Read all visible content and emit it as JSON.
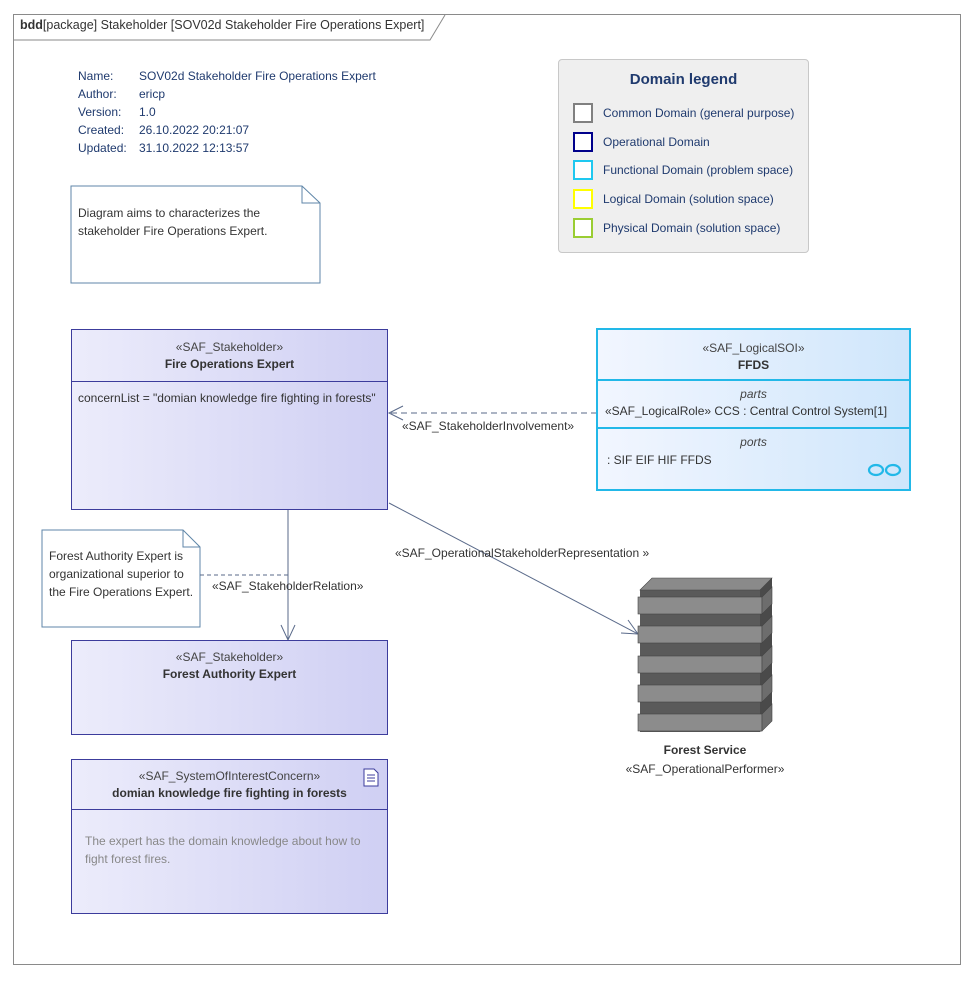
{
  "frame": {
    "kind": "bdd",
    "title": "[package] Stakeholder [SOV02d Stakeholder Fire Operations Expert]"
  },
  "meta": {
    "rows": [
      {
        "key": "Name:",
        "value": "SOV02d Stakeholder Fire Operations Expert"
      },
      {
        "key": "Author:",
        "value": "ericp"
      },
      {
        "key": "Version:",
        "value": "1.0"
      },
      {
        "key": "Created:",
        "value": "26.10.2022 20:21:07"
      },
      {
        "key": "Updated:",
        "value": "31.10.2022 12:13:57"
      }
    ]
  },
  "legend": {
    "title": "Domain legend",
    "items": [
      {
        "label": "Common Domain (general purpose)",
        "color": "#808080"
      },
      {
        "label": "Operational Domain",
        "color": "#00008b"
      },
      {
        "label": "Functional Domain (problem space)",
        "color": "#1ec8f0"
      },
      {
        "label": "Logical Domain (solution space)",
        "color": "#ffff00"
      },
      {
        "label": "Physical Domain (solution space)",
        "color": "#9acd32"
      }
    ]
  },
  "notes": {
    "diagram_note": "Diagram aims to characterizes the stakeholder Fire Operations Expert.",
    "authority_note": "Forest Authority Expert is organizational superior to the Fire Operations Expert."
  },
  "fire_ops_expert": {
    "stereotype": "«SAF_Stakeholder»",
    "name": "Fire Operations Expert",
    "attribute": "concernList = \"domian knowledge fire fighting in forests\""
  },
  "ffds": {
    "stereotype": "«SAF_LogicalSOI»",
    "name": "FFDS",
    "parts_title": "parts",
    "part": "«SAF_LogicalRole» CCS : Central Control System[1]",
    "ports_title": "ports",
    "port": ": SIF EIF HIF FFDS"
  },
  "forest_authority": {
    "stereotype": "«SAF_Stakeholder»",
    "name": "Forest Authority Expert"
  },
  "concern": {
    "stereotype": "«SAF_SystemOfInterestConcern»",
    "name": "domian knowledge fire fighting in forests",
    "body": "The expert has the domain knowledge about how to fight forest fires."
  },
  "forest_service": {
    "name": "Forest Service",
    "stereotype": "«SAF_OperationalPerformer»"
  },
  "edges": {
    "involvement": "«SAF_StakeholderInvolvement»",
    "representation": "«SAF_OperationalStakeholderRepresentation »",
    "relation": "«SAF_StakeholderRelation»"
  },
  "colors": {
    "stakeholder_border": "#3c3c9c",
    "soi_border": "#22b8e8",
    "connector": "#5a6a8a"
  }
}
